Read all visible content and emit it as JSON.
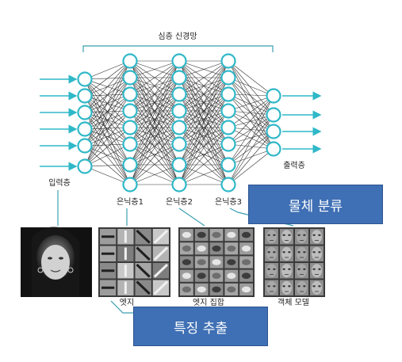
{
  "diagram": {
    "top_bracket_label": "심층 신경망",
    "input_layer_label": "입력층",
    "output_layer_label": "출력층",
    "hidden_layers": [
      {
        "label": "은닉층1",
        "nodes": 8
      },
      {
        "label": "은닉층2",
        "nodes": 8
      },
      {
        "label": "은닉층3",
        "nodes": 8
      }
    ],
    "input_nodes": 6,
    "output_nodes": 4,
    "feature_labels": {
      "edges": "엣지",
      "edge_sets": "엣지 집합",
      "object_models": "객체 모델"
    },
    "callouts": {
      "classification": "물체 분류",
      "feature_extraction": "특징 추출"
    },
    "colors": {
      "node": "#2fb8c8",
      "arrow": "#2fb8c8",
      "callout_box": "#3f6fb4"
    }
  }
}
